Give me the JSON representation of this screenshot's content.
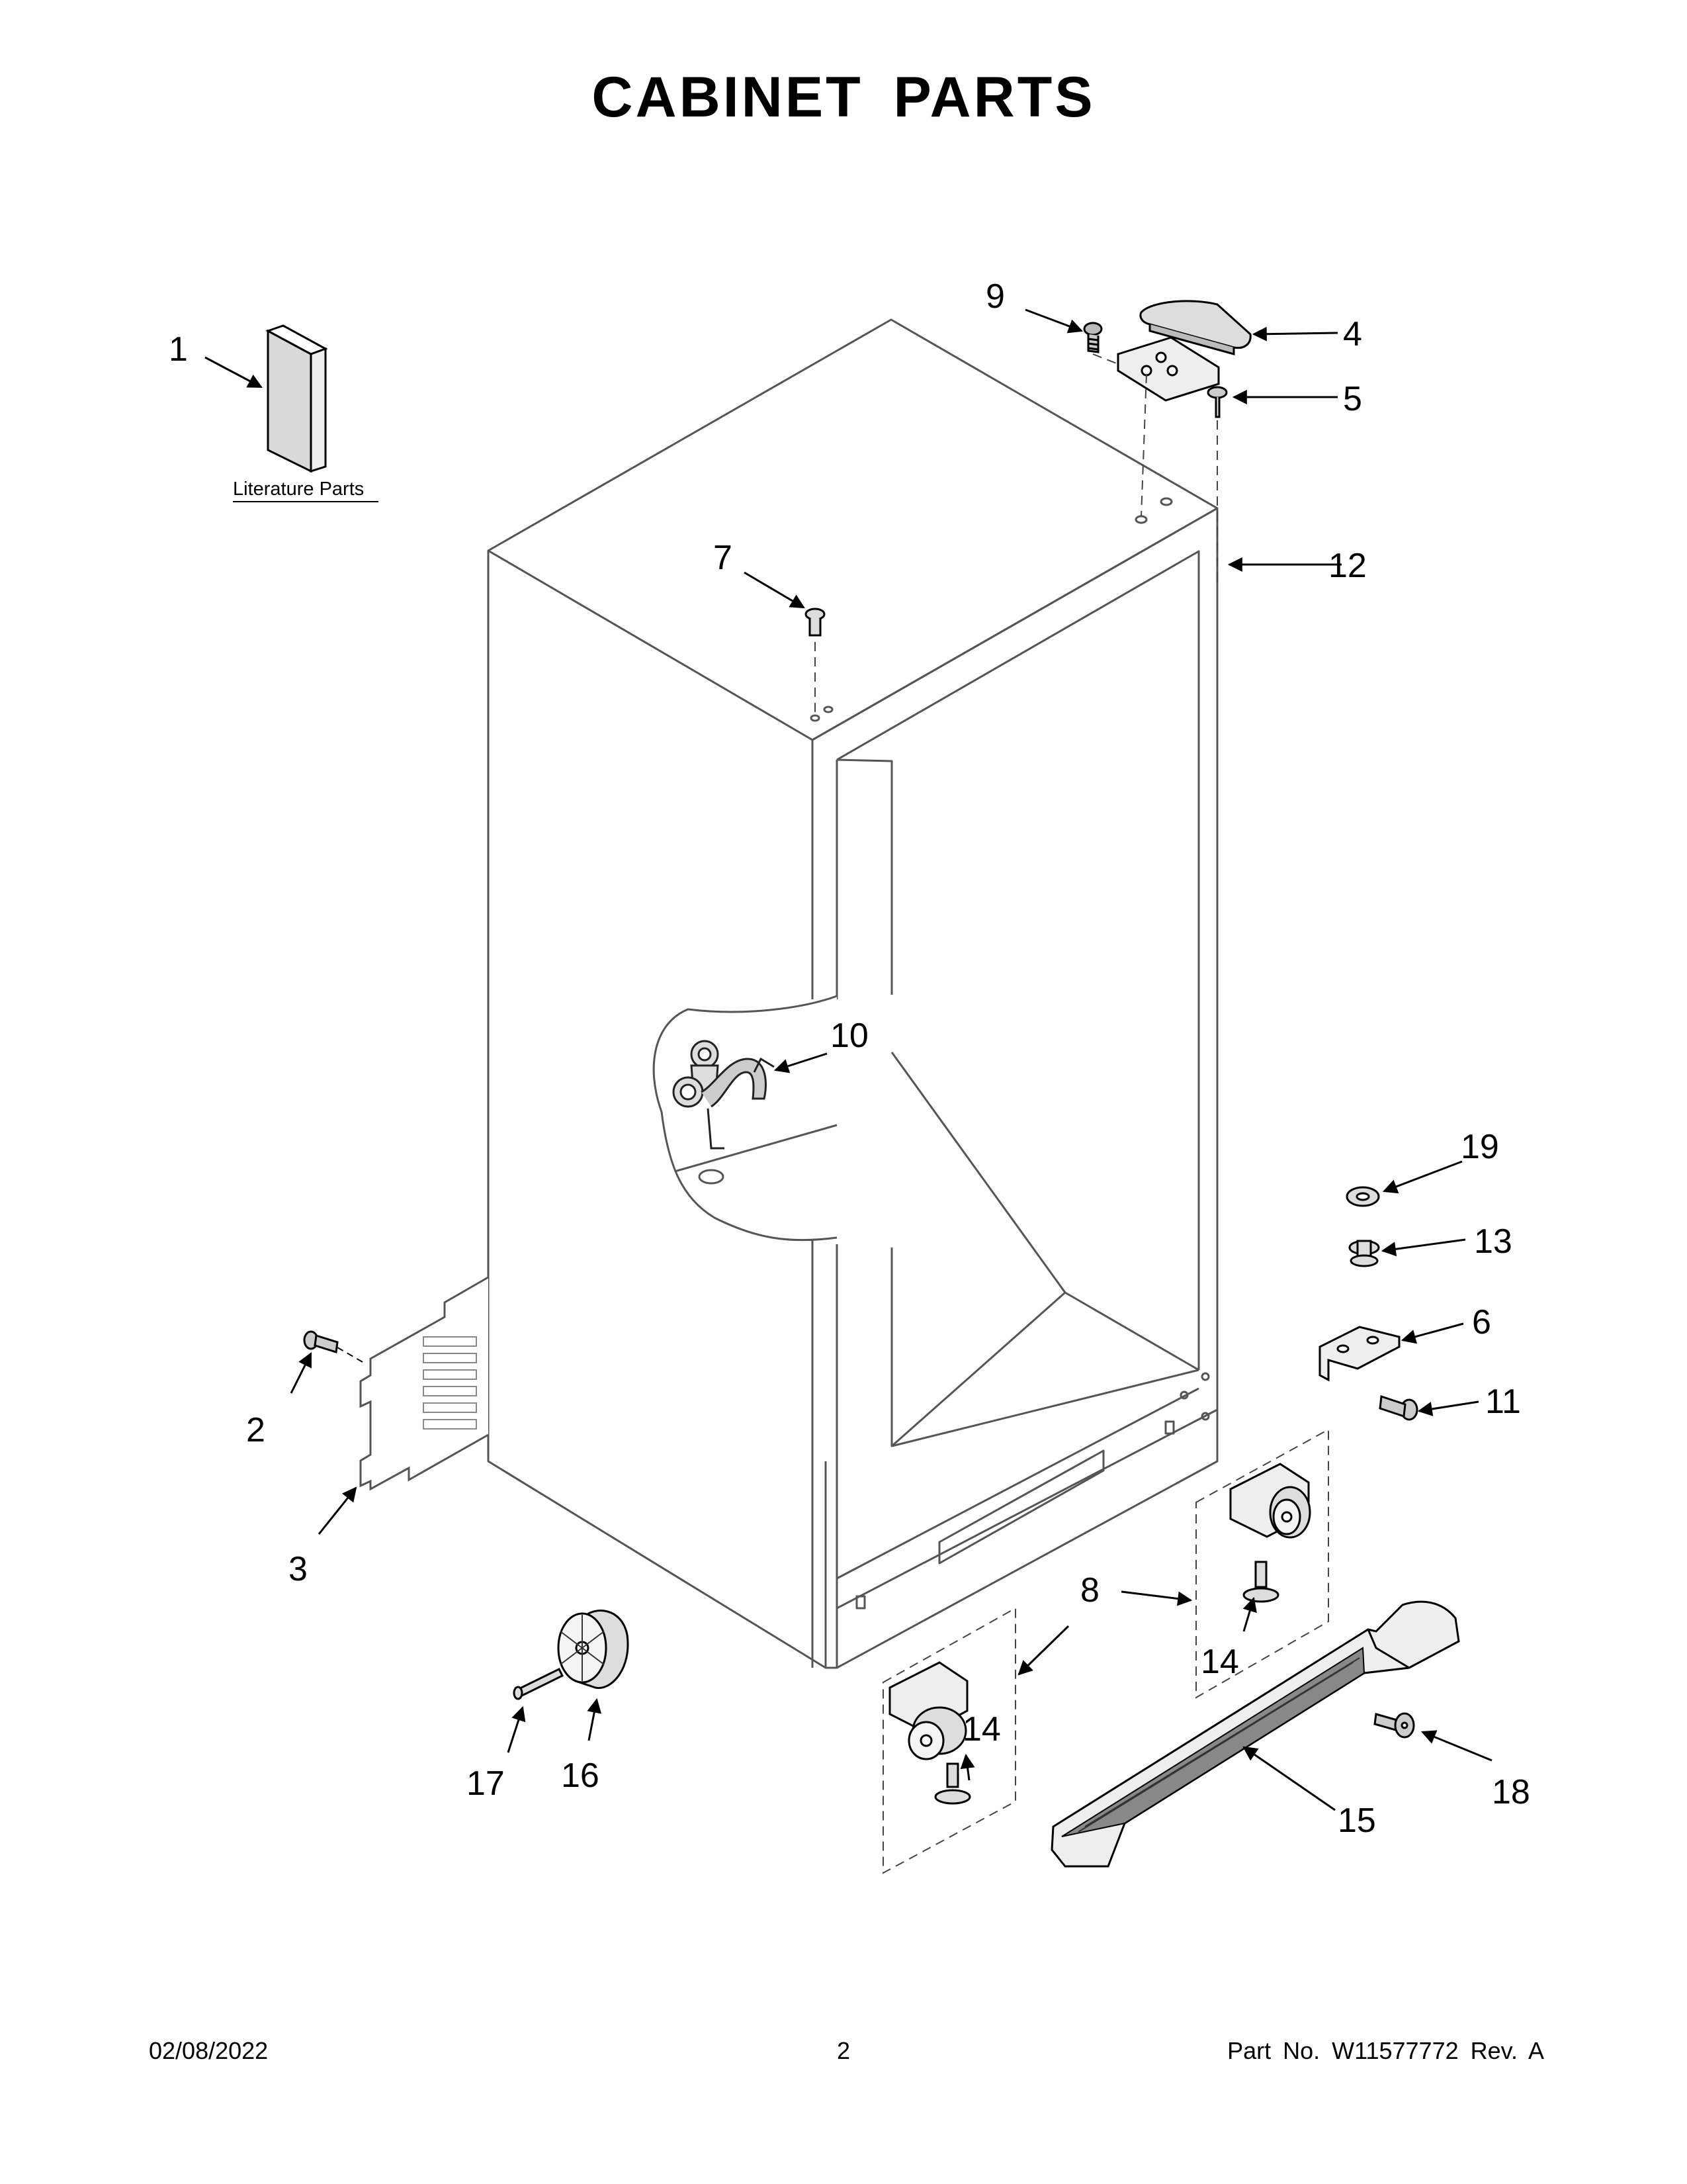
{
  "title": "CABINET PARTS",
  "literature_label": "Literature Parts",
  "callouts": {
    "c1": "1",
    "c2": "2",
    "c3": "3",
    "c4": "4",
    "c5": "5",
    "c6": "6",
    "c7": "7",
    "c8": "8",
    "c9": "9",
    "c10": "10",
    "c11": "11",
    "c12": "12",
    "c13": "13",
    "c14a": "14",
    "c14b": "14",
    "c15": "15",
    "c16": "16",
    "c17": "17",
    "c18": "18",
    "c19": "19"
  },
  "footer": {
    "date": "02/08/2022",
    "page": "2",
    "part": "Part No.  W11577772  Rev.  A"
  }
}
